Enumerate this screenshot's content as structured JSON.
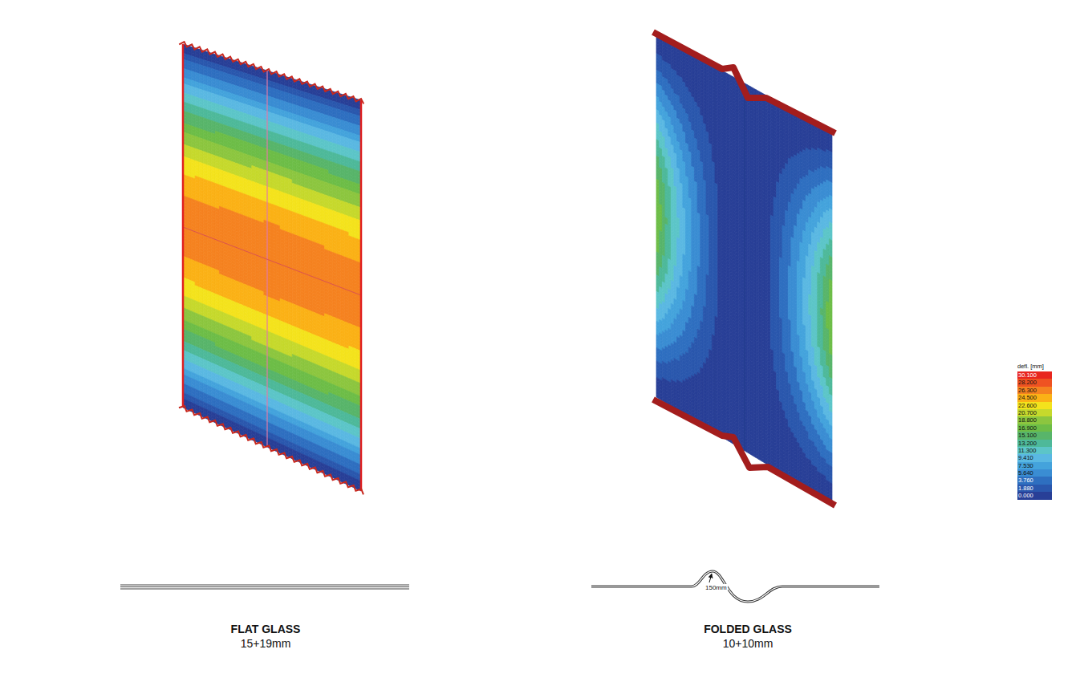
{
  "diagram": {
    "labels": [
      "defl. [mm]",
      "150mm",
      "FLAT GLASS",
      "15+19mm",
      "FOLDED GLASS",
      "10+10mm"
    ],
    "legend": [
      {
        "text": "30.100",
        "color": "#e8261f"
      },
      {
        "text": "28.200",
        "color": "#ef5222"
      },
      {
        "text": "26.300",
        "color": "#f58220"
      },
      {
        "text": "24.500",
        "color": "#fbb116"
      },
      {
        "text": "22.600",
        "color": "#f4e31c"
      },
      {
        "text": "20.700",
        "color": "#c6d92c"
      },
      {
        "text": "18.800",
        "color": "#8cc63f"
      },
      {
        "text": "16.900",
        "color": "#6dbd47"
      },
      {
        "text": "15.100",
        "color": "#58b56a"
      },
      {
        "text": "13.200",
        "color": "#4eb99a"
      },
      {
        "text": "11.300",
        "color": "#5cc5c8"
      },
      {
        "text": "9.410",
        "color": "#5ab8e2"
      },
      {
        "text": "7.530",
        "color": "#44a3dc"
      },
      {
        "text": "5.640",
        "color": "#3a8dd3"
      },
      {
        "text": "3.760",
        "color": "#2e6fc0"
      },
      {
        "text": "1.880",
        "color": "#2a57ad"
      },
      {
        "text": "0.000",
        "color": "#283f97"
      }
    ]
  }
}
